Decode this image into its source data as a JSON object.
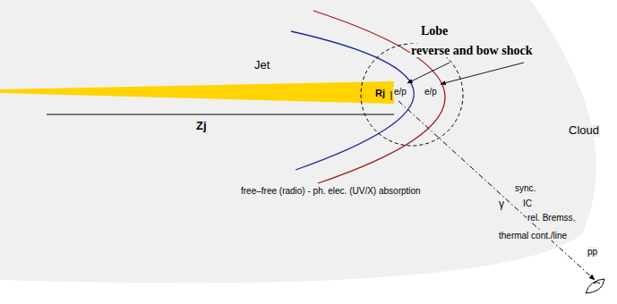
{
  "diagram": {
    "labels": [
      "Lobe",
      "reverse and bow shock",
      "Jet",
      "Rj",
      "e/p",
      "e/p",
      "Zj",
      "Cloud",
      "free–free (radio) - ph. elec. (UV/X) absorption",
      "sync.",
      "γ",
      "IC",
      "rel. Bremss.",
      "thermal cont./line",
      "pp"
    ]
  }
}
